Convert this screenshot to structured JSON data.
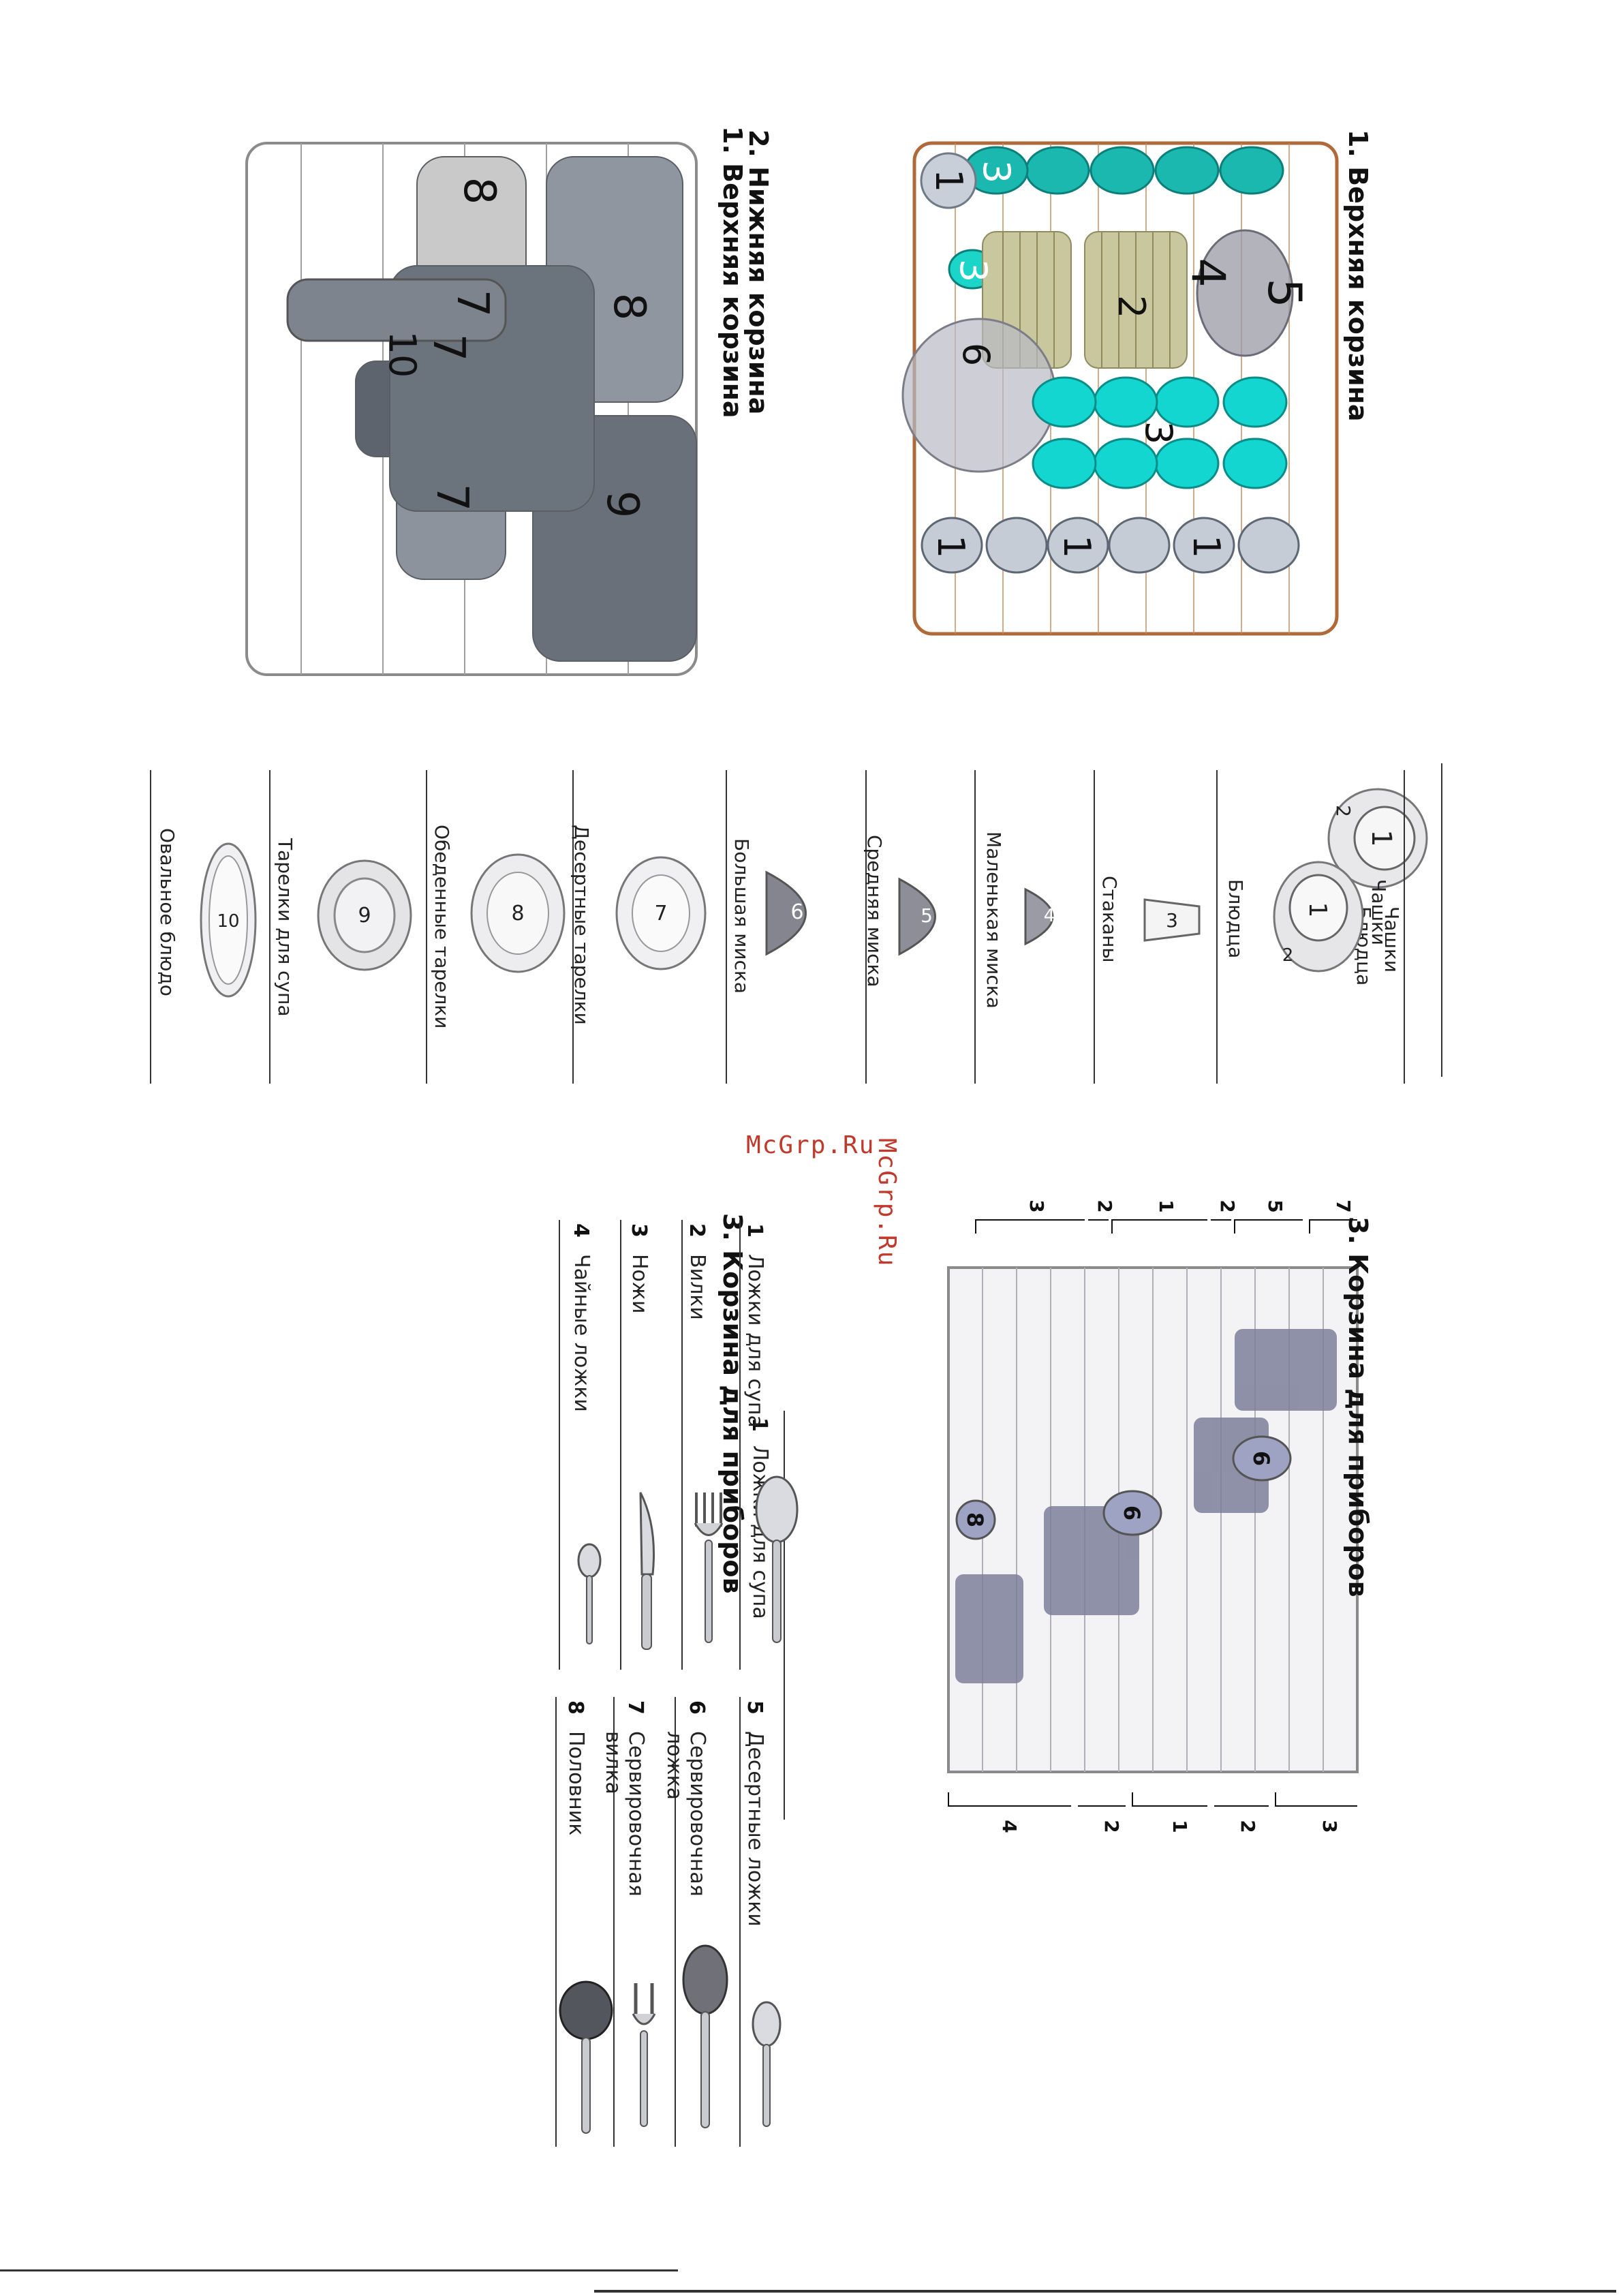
{
  "watermark": "McGrp.Ru",
  "sections": {
    "upper_basket": {
      "title": "1. Верхняя корзина"
    },
    "lower_basket": {
      "title": "2. Нижняя корзина"
    },
    "cutlery_basket": {
      "title": "3. Корзина для приборов"
    }
  },
  "upper_numbers": {
    "cup_a": "1",
    "cup_b": "1",
    "cup_c": "1",
    "cup_d": "1",
    "glass_a": "3",
    "glass_b": "3",
    "glass_c": "3",
    "plates": "2",
    "bowl_small": "4",
    "bowl_mid": "5",
    "bowl_big": "6"
  },
  "lower_numbers": {
    "plates_7a": "7",
    "plates_7b": "7",
    "plates_7c": "7",
    "plates_8a": "8",
    "plates_8b": "8",
    "plates_9": "9",
    "oval_10": "10"
  },
  "dish_legend": [
    {
      "num": "1",
      "num2": "2",
      "label": "Чашки",
      "label2": "Блюдца",
      "icon": "cup-saucer-icon"
    },
    {
      "num": "3",
      "label": "Стаканы",
      "icon": "glass-icon"
    },
    {
      "num": "4",
      "label": "Маленькая миска",
      "icon": "small-bowl-icon"
    },
    {
      "num": "5",
      "label": "Средняя миска",
      "icon": "medium-bowl-icon"
    },
    {
      "num": "6",
      "label": "Большая миска",
      "icon": "large-bowl-icon"
    },
    {
      "num": "7",
      "label": "Десертные тарелки",
      "icon": "dessert-plate-icon"
    },
    {
      "num": "8",
      "label": "Обеденные тарелки",
      "icon": "dinner-plate-icon"
    },
    {
      "num": "9",
      "label": "Тарелки для супа",
      "icon": "soup-plate-icon"
    },
    {
      "num": "10",
      "label": "Овальное блюдо",
      "icon": "oval-platter-icon"
    }
  ],
  "cutlery_brackets_top": [
    "7",
    "5",
    "2",
    "1",
    "2",
    "3"
  ],
  "cutlery_brackets_bottom": [
    "3",
    "2",
    "1",
    "2",
    "4"
  ],
  "cutlery_numbers": {
    "ladle": "8",
    "spoon_a": "6",
    "spoon_b": "6"
  },
  "cutlery_legend_left": [
    {
      "num": "1",
      "label": "Ложки для супа",
      "icon": "soup-spoon-icon"
    },
    {
      "num": "2",
      "label": "Вилки",
      "icon": "fork-icon"
    },
    {
      "num": "3",
      "label": "Ножи",
      "icon": "knife-icon"
    },
    {
      "num": "4",
      "label": "Чайные ложки",
      "icon": "teaspoon-icon"
    }
  ],
  "cutlery_legend_right": [
    {
      "num": "5",
      "label": "Десертные ложки",
      "icon": "dessert-spoon-icon"
    },
    {
      "num": "6",
      "label": "Сервировочная\nложка",
      "icon": "serving-spoon-icon"
    },
    {
      "num": "7",
      "label": "Сервировочная\nвилка",
      "icon": "serving-fork-icon"
    },
    {
      "num": "8",
      "label": "Половник",
      "icon": "ladle-icon"
    }
  ]
}
